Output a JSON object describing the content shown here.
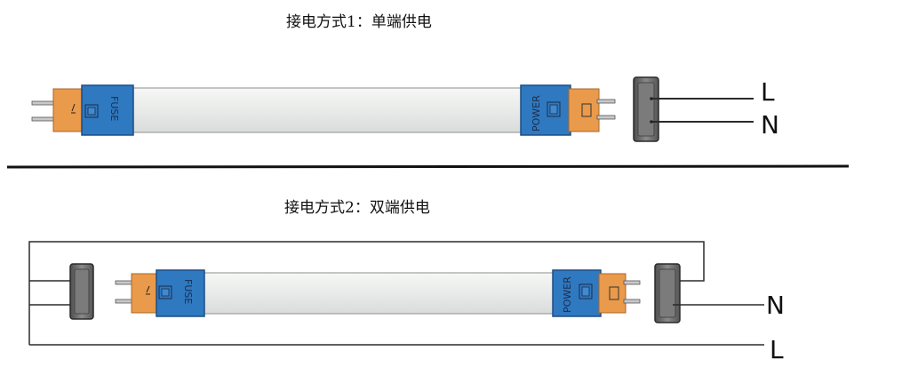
{
  "captions": {
    "single_end": "接电方式1：单端供电",
    "double_end": "接电方式2：双端供电"
  },
  "tube": {
    "left_cap_label": "FUSE",
    "right_cap_label": "POWER"
  },
  "wires": {
    "single_live": "L",
    "single_neutral": "N",
    "double_neutral": "N",
    "double_live": "L"
  },
  "colors": {
    "tube_body": "#e9ecea",
    "end_cap_blue": "#2f79c0",
    "end_cap_border": "#1b4e86",
    "pin_base_orange": "#e99a4b",
    "pin_metal": "#c8c8c8",
    "socket_gray": "#6d6d6d",
    "wire": "#2b2b2b"
  },
  "icons": [
    "connector-socket-icon",
    "contact-pin-icon",
    "switch-icon"
  ]
}
